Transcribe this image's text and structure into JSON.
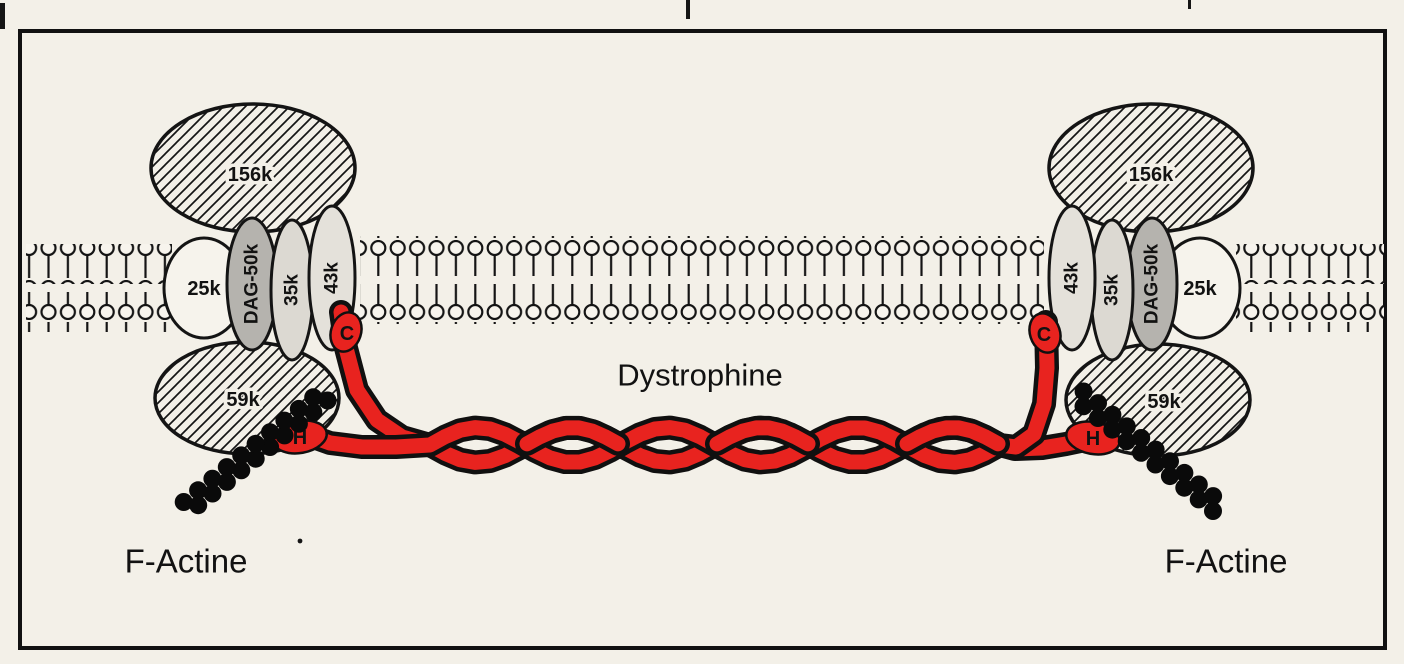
{
  "figure": {
    "title": "Dystrophine",
    "f_actin_left": "F-Actine",
    "f_actin_right": "F-Actine",
    "proteins": {
      "p156k": "156k",
      "p25k": "25k",
      "dag50k": "DAG-50k",
      "p35k": "35k",
      "p43k": "43k",
      "p59k": "59k"
    },
    "termini": {
      "c": "C",
      "h": "H"
    },
    "colors": {
      "background": "#f3f0e8",
      "dystrophin_red": "#e8231f",
      "outline": "#121212",
      "dag_gray": "#b5b3ae",
      "light_gray": "#e0ddd6",
      "pale": "#f6f3ec"
    }
  }
}
